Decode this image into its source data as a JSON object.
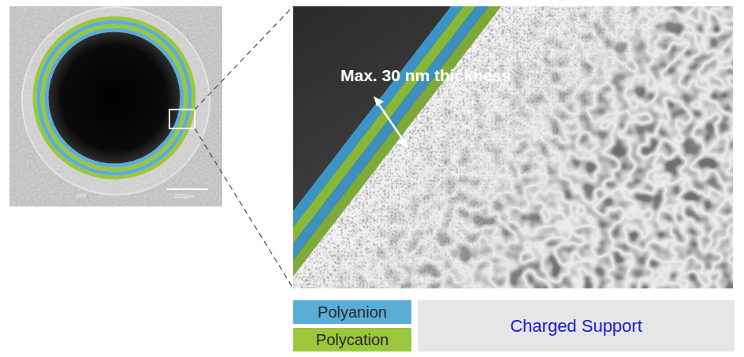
{
  "diagram": {
    "nodes": [
      {
        "text": [
          "Charged Support"
        ]
      }
    ],
    "labels": [
      "Max. 30 nm thickness",
      "x90",
      "200µm"
    ],
    "legend": [
      {
        "text": "Polyanion",
        "color": "#5aaed6"
      },
      {
        "text": "Polycation",
        "color": "#9cc63b"
      }
    ]
  }
}
